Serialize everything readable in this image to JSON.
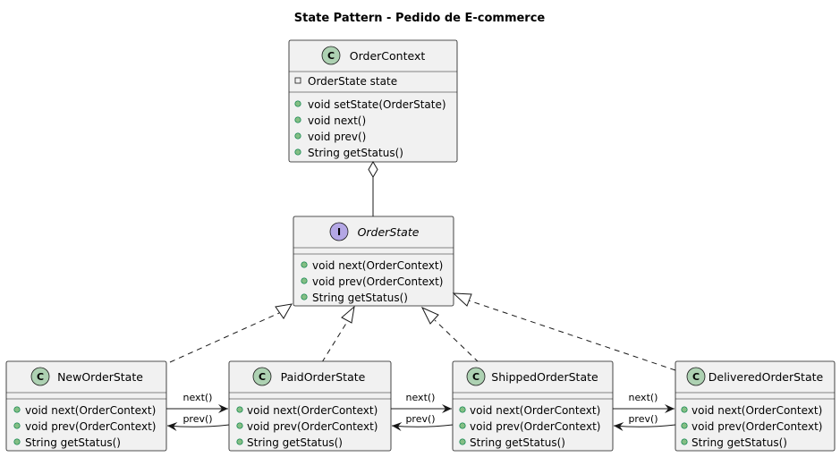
{
  "title": "State Pattern - Pedido de E-commerce",
  "colors": {
    "class_badge": "#add1b2",
    "interface_badge": "#b4a7e5",
    "box_fill": "#f1f1f1",
    "border": "#181818",
    "public_marker": "#84be84"
  },
  "classes": {
    "context": {
      "kind": "C",
      "name": "OrderContext",
      "fields": [
        "OrderState state"
      ],
      "methods": [
        "void setState(OrderState)",
        "void next()",
        "void prev()",
        "String getStatus()"
      ]
    },
    "state_interface": {
      "kind": "I",
      "name": "OrderState",
      "methods": [
        "void next(OrderContext)",
        "void prev(OrderContext)",
        "String getStatus()"
      ]
    },
    "new_state": {
      "kind": "C",
      "name": "NewOrderState",
      "methods": [
        "void next(OrderContext)",
        "void prev(OrderContext)",
        "String getStatus()"
      ]
    },
    "paid_state": {
      "kind": "C",
      "name": "PaidOrderState",
      "methods": [
        "void next(OrderContext)",
        "void prev(OrderContext)",
        "String getStatus()"
      ]
    },
    "shipped_state": {
      "kind": "C",
      "name": "ShippedOrderState",
      "methods": [
        "void next(OrderContext)",
        "void prev(OrderContext)",
        "String getStatus()"
      ]
    },
    "delivered_state": {
      "kind": "C",
      "name": "DeliveredOrderState",
      "methods": [
        "void next(OrderContext)",
        "void prev(OrderContext)",
        "String getStatus()"
      ]
    }
  },
  "edges": {
    "new_to_paid": "next()",
    "paid_to_new": "prev()",
    "paid_to_shipped": "next()",
    "shipped_to_paid": "prev()",
    "shipped_to_delivered": "next()",
    "delivered_to_shipped": "prev()"
  }
}
